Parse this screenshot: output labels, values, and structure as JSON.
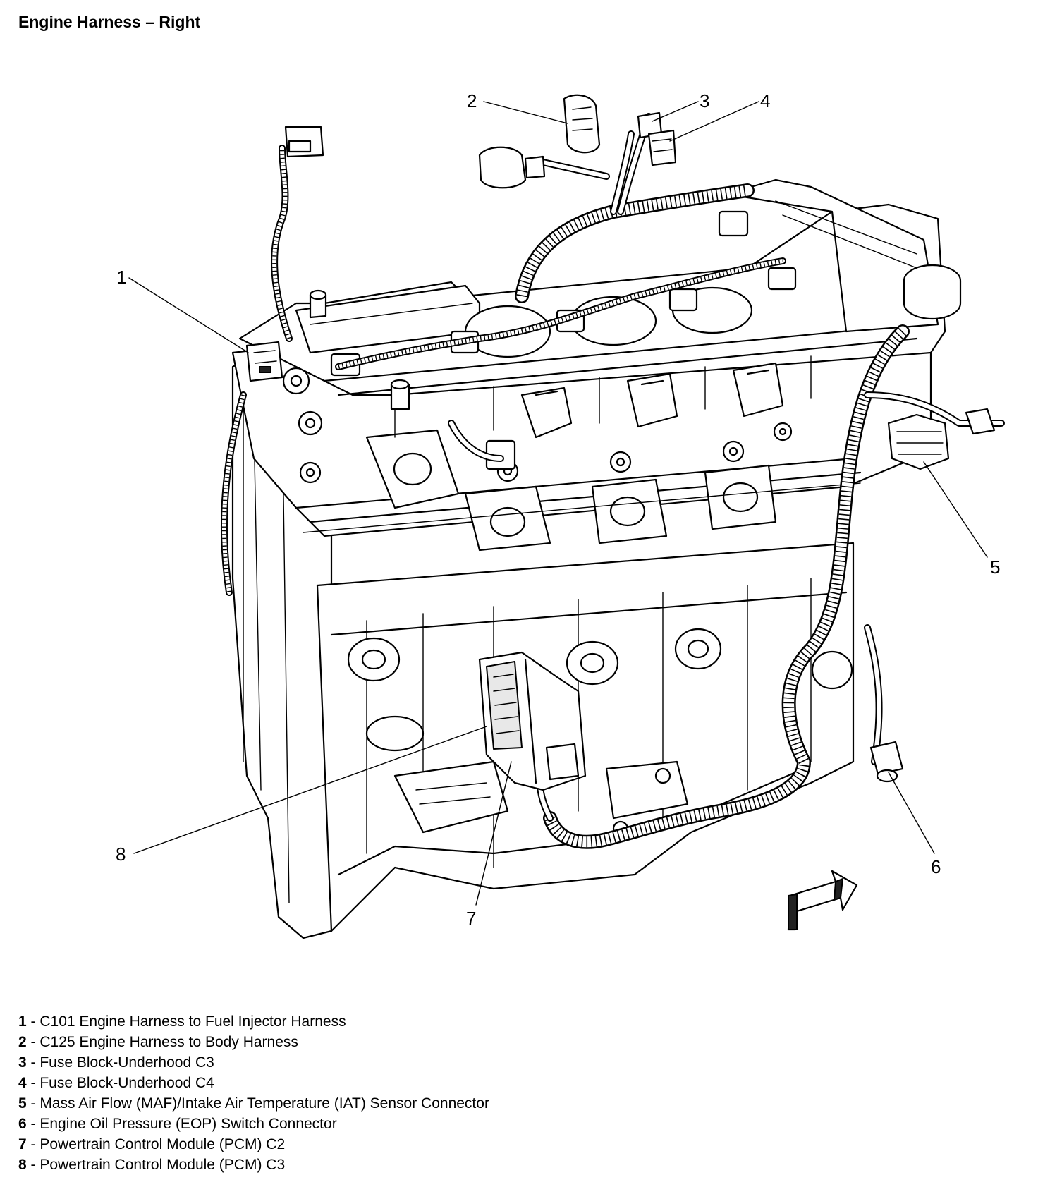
{
  "title": "Engine Harness – Right",
  "callouts": [
    "1",
    "2",
    "3",
    "4",
    "5",
    "6",
    "7",
    "8"
  ],
  "legend": [
    {
      "num": "1",
      "text": " - C101 Engine Harness to Fuel Injector Harness"
    },
    {
      "num": "2",
      "text": " - C125 Engine Harness to Body Harness"
    },
    {
      "num": "3",
      "text": " - Fuse Block-Underhood C3"
    },
    {
      "num": "4",
      "text": " - Fuse Block-Underhood C4"
    },
    {
      "num": "5",
      "text": " - Mass Air Flow (MAF)/Intake Air Temperature (IAT) Sensor Connector"
    },
    {
      "num": "6",
      "text": " - Engine Oil Pressure (EOP) Switch Connector"
    },
    {
      "num": "7",
      "text": " - Powertrain Control Module (PCM) C2"
    },
    {
      "num": "8",
      "text": " - Powertrain Control Module (PCM) C3"
    }
  ]
}
